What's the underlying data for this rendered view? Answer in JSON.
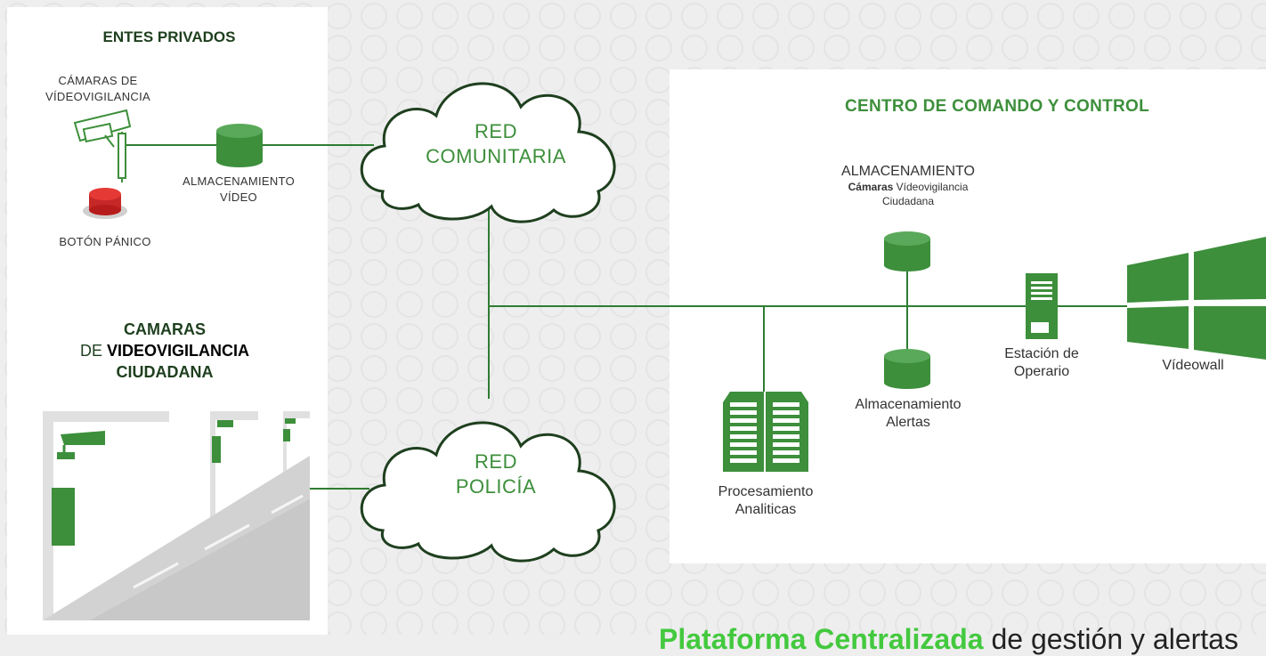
{
  "entes_privados": {
    "title": "ENTES PRIVADOS",
    "camaras_line1": "CÁMARAS DE",
    "camaras_line2": "VÍDEOVIGILANCIA",
    "almacenamiento_line1": "ALMACENAMIENTO",
    "almacenamiento_line2": "VÍDEO",
    "boton": "BOTÓN PÁNICO"
  },
  "camaras_ciudadana": {
    "line1": "CAMARAS",
    "line2_prefix": "DE ",
    "line2_bold": "VIDEOVIGILANCIA",
    "line3": "CIUDADANA"
  },
  "clouds": {
    "comunitaria_line1": "RED",
    "comunitaria_line2": "COMUNITARIA",
    "policia_line1": "RED",
    "policia_line2": "POLICÍA"
  },
  "centro": {
    "title": "CENTRO DE COMANDO Y CONTROL",
    "almac_cam_line1": "ALMACENAMIENTO",
    "almac_cam_bold": "Cámaras",
    "almac_cam_rest": " Vídeovigilancia",
    "almac_cam_line3": "Ciudadana",
    "almac_alertas_line1": "Almacenamiento",
    "almac_alertas_line2": "Alertas",
    "estacion_line1": "Estación de",
    "estacion_line2": "Operario",
    "videowall": "Vídeowall",
    "procesamiento_line1": "Procesamiento",
    "procesamiento_line2": "Analiticas"
  },
  "footer": {
    "green": "Plataforma Centralizada",
    "rest": " de gestión y alertas"
  },
  "colors": {
    "green": "#3d8f3b",
    "dark_green": "#1e3f1e",
    "line": "#2e7d32",
    "background": "#eeeeee",
    "panel": "#ffffff"
  }
}
